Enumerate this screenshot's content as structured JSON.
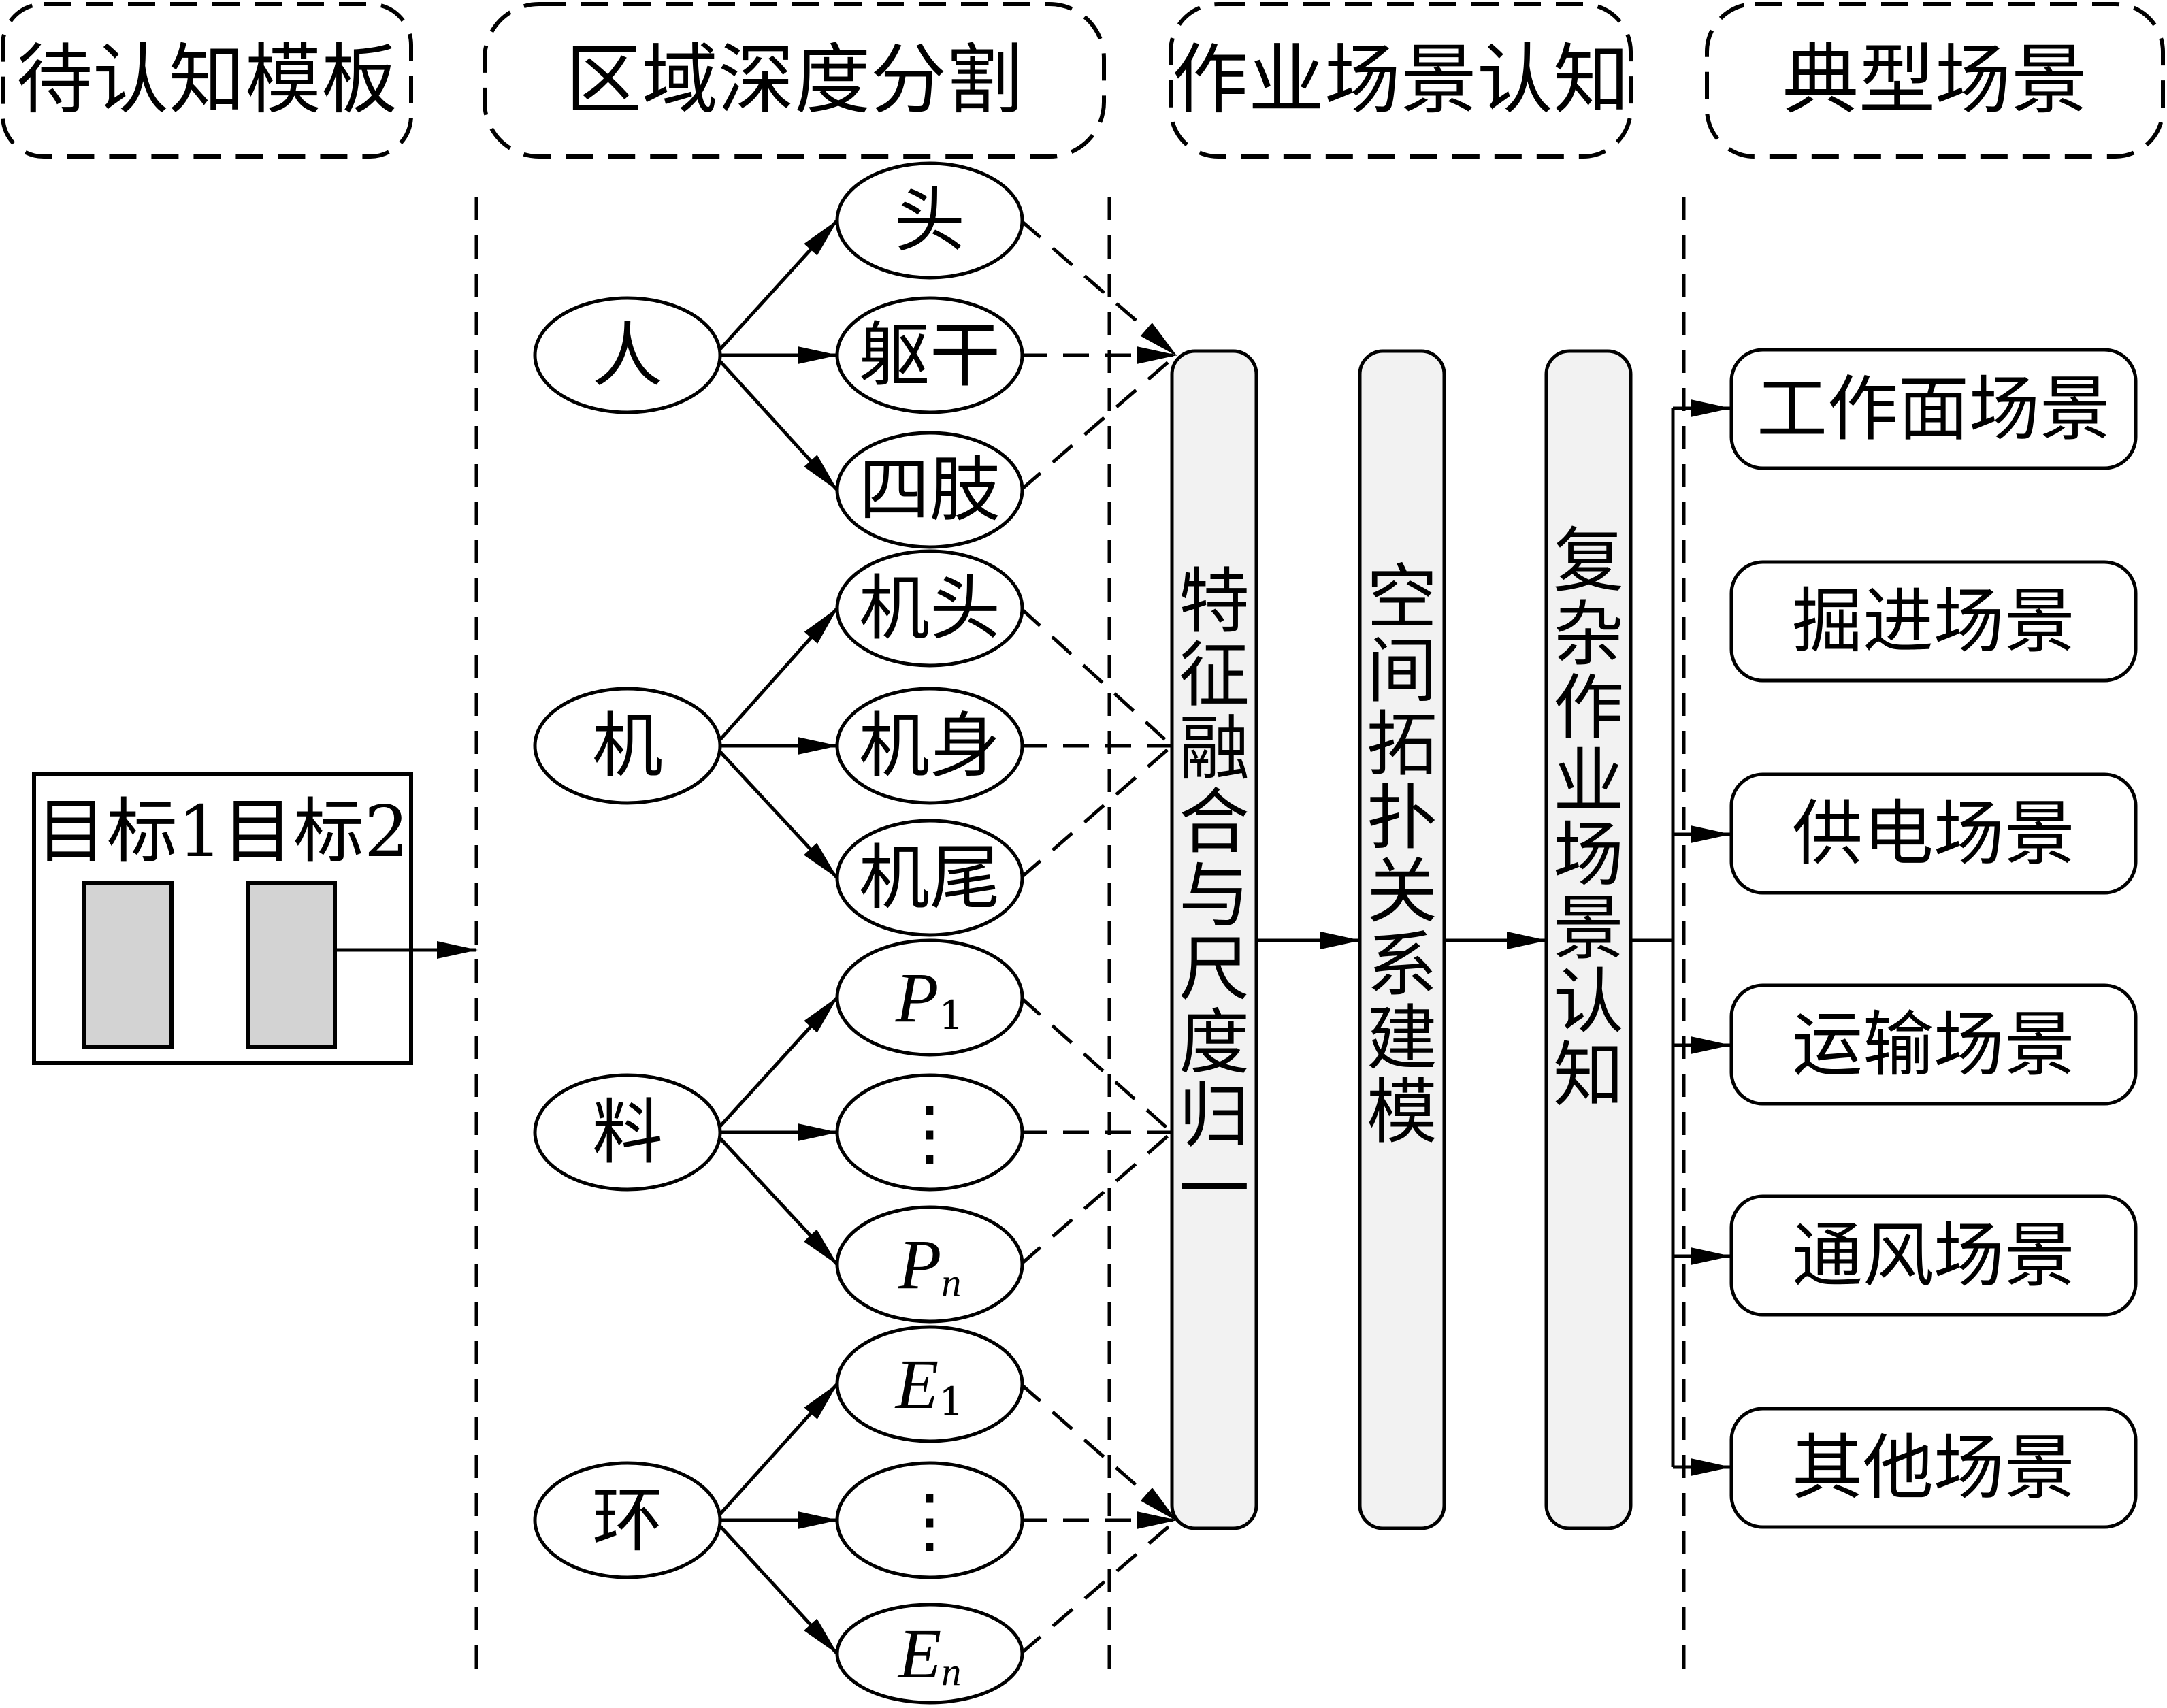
{
  "headers": {
    "template": "待认知模板",
    "segmentation": "区域深度分割",
    "cognition": "作业场景认知",
    "typical": "典型场景"
  },
  "template_box": {
    "target1": "目标1",
    "target2": "目标2"
  },
  "categories": {
    "person": "人",
    "machine": "机",
    "material": "料",
    "environment": "环"
  },
  "parts": {
    "person": [
      "头",
      "躯干",
      "四肢"
    ],
    "machine": [
      "机头",
      "机身",
      "机尾"
    ],
    "material_first": {
      "letter": "P",
      "sub": "1"
    },
    "material_dots": "⋮",
    "material_last": {
      "letter": "P",
      "sub": "n"
    },
    "environment_first": {
      "letter": "E",
      "sub": "1"
    },
    "environment_dots": "⋮",
    "environment_last": {
      "letter": "E",
      "sub": "n"
    }
  },
  "processes": {
    "fusion": "特征融合与尺度归一",
    "topology": "空间拓扑关系建模",
    "recognition": "复杂作业场景认知"
  },
  "scenes": [
    "工作面场景",
    "掘进场景",
    "供电场景",
    "运输场景",
    "通风场景",
    "其他场景"
  ],
  "colors": {
    "line": "#000000",
    "target_fill": "#d3d3d3",
    "process_fill": "#f2f2f2"
  }
}
